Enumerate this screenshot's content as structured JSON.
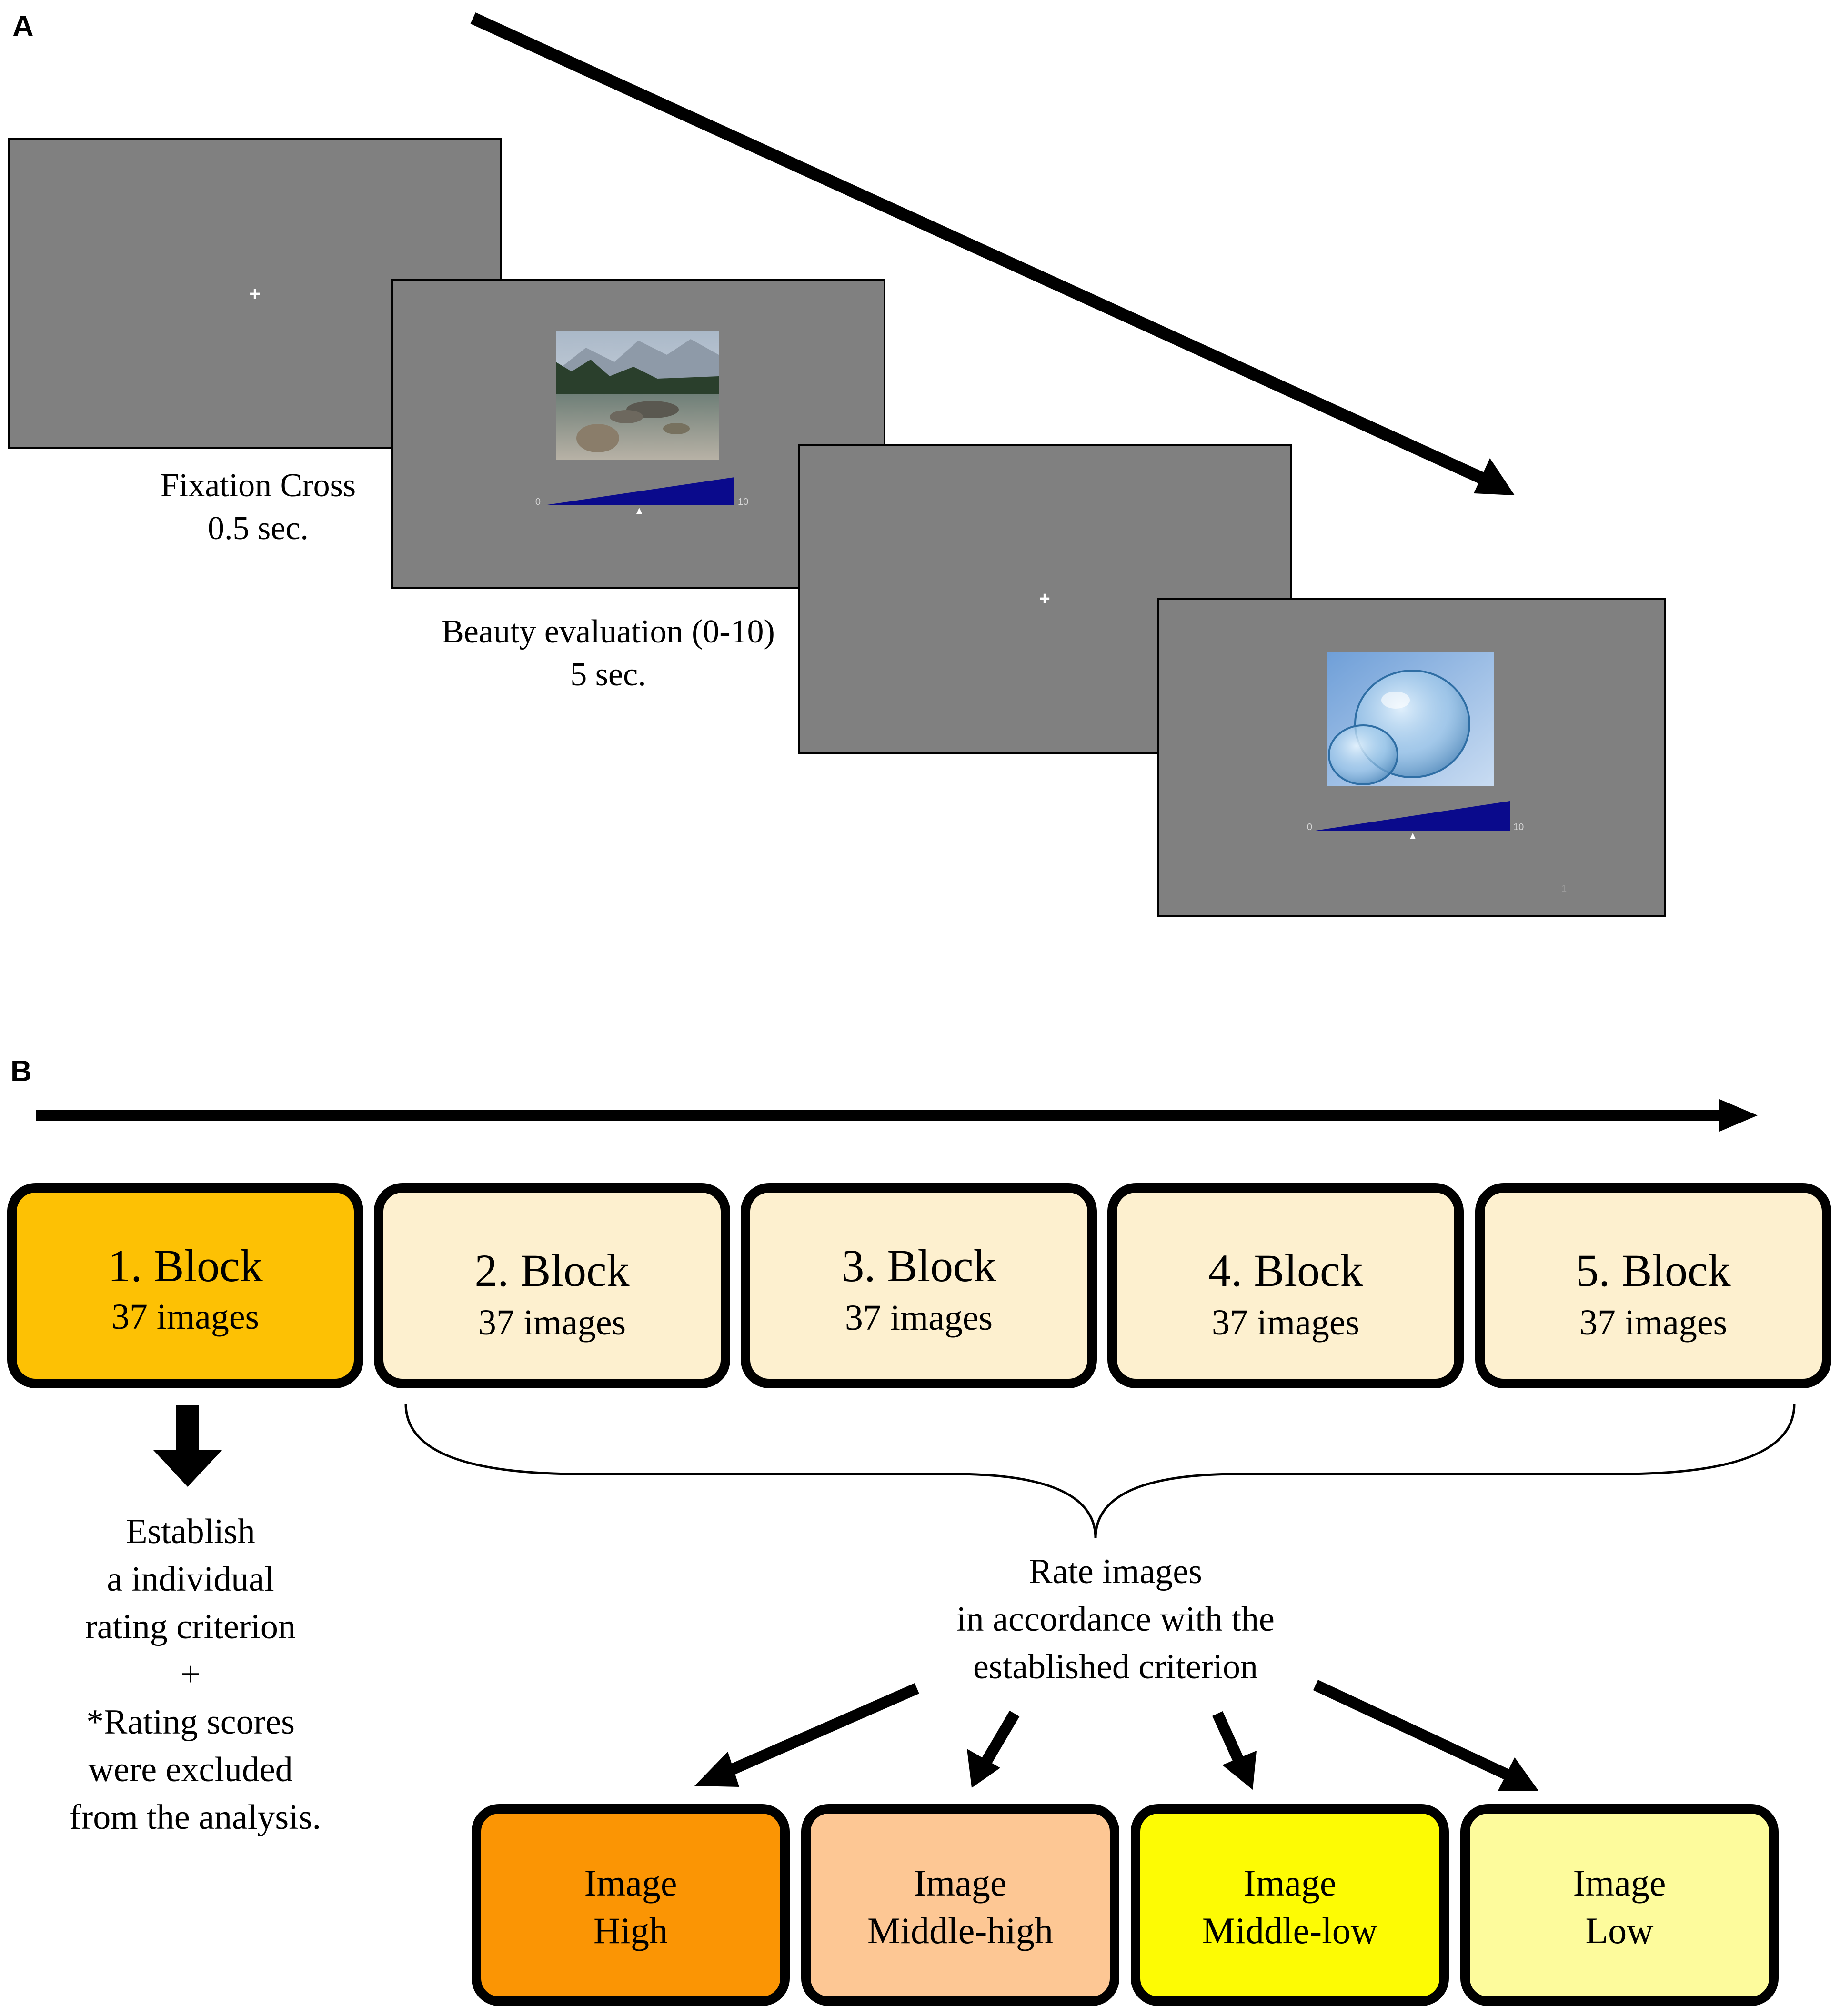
{
  "panel_a": {
    "letter": "A",
    "fixation": {
      "caption_line1": "Fixation Cross",
      "caption_line2": "0.5 sec.",
      "cross": "+"
    },
    "beauty": {
      "caption_line1": "Beauty evaluation (0-10)",
      "caption_line2": "5 sec.",
      "scale_min": "0",
      "scale_max": "10",
      "slider_value": 5
    },
    "fixation2": {
      "cross": "+"
    },
    "beauty2": {
      "scale_min": "0",
      "scale_max": "10",
      "slider_value": 5,
      "trial_counter": "1"
    },
    "colors": {
      "screen": "#808080",
      "scale": "#0a0a8c"
    }
  },
  "panel_b": {
    "letter": "B",
    "blocks": [
      {
        "title": "1. Block",
        "sub": "37 images"
      },
      {
        "title": "2. Block",
        "sub": "37 images"
      },
      {
        "title": "3. Block",
        "sub": "37 images"
      },
      {
        "title": "4. Block",
        "sub": "37 images"
      },
      {
        "title": "5. Block",
        "sub": "37 images"
      }
    ],
    "left_note": [
      "Establish",
      "a individual",
      "rating criterion",
      "+",
      "*Rating scores",
      "were excluded",
      "from the analysis."
    ],
    "rate_note": [
      "Rate images",
      "in accordance with the",
      "established criterion"
    ],
    "categories": [
      {
        "line1": "Image",
        "line2": "High",
        "color": "#fb9504"
      },
      {
        "line1": "Image",
        "line2": "Middle-high",
        "color": "#fdc794"
      },
      {
        "line1": "Image",
        "line2": "Middle-low",
        "color": "#fdfb04"
      },
      {
        "line1": "Image",
        "line2": "Low",
        "color": "#fdfb9c"
      }
    ],
    "colors": {
      "first_block": "#fdc104",
      "other_blocks": "#fdf0cf"
    }
  }
}
